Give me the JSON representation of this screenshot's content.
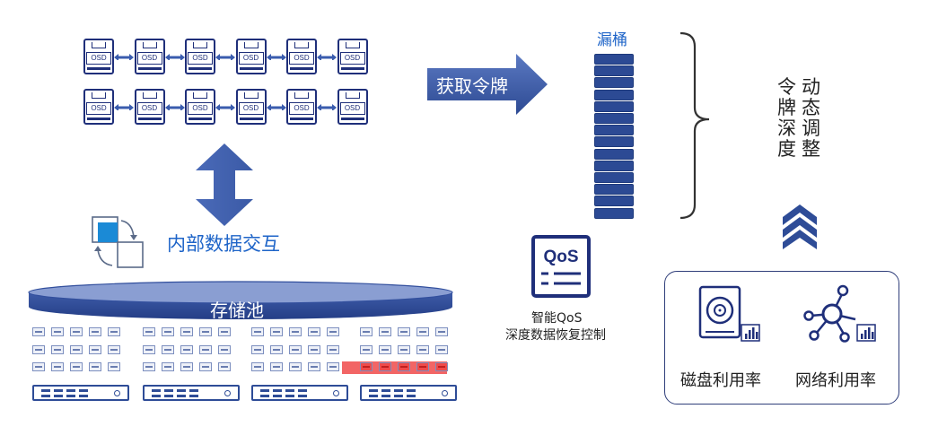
{
  "colors": {
    "primary": "#2e4c97",
    "navy": "#1f2f7a",
    "accent_text": "#1e64c8",
    "arrow": "#3f5fad",
    "highlight": "#f04a4a"
  },
  "osd_label": "OSD",
  "get_token_label": "获取令牌",
  "bucket_label": "漏桶",
  "dynamic_label": [
    "动",
    "态",
    "调",
    "整"
  ],
  "token_depth_label": [
    "令",
    "牌",
    "深",
    "度"
  ],
  "internal_data_label": "内部数据交互",
  "storage_pool_label": "存储池",
  "qos_icon_text": "QoS",
  "qos_caption_line1": "智能QoS",
  "qos_caption_line2": "深度数据恢复控制",
  "disk_util_label": "磁盘利用率",
  "net_util_label": "网络利用率",
  "icons": {
    "disk": "hard-disk-icon",
    "network": "network-node-icon",
    "sync": "sync-copy-icon",
    "qos": "qos-document-icon",
    "chevrons": "double-chevron-up-icon"
  }
}
